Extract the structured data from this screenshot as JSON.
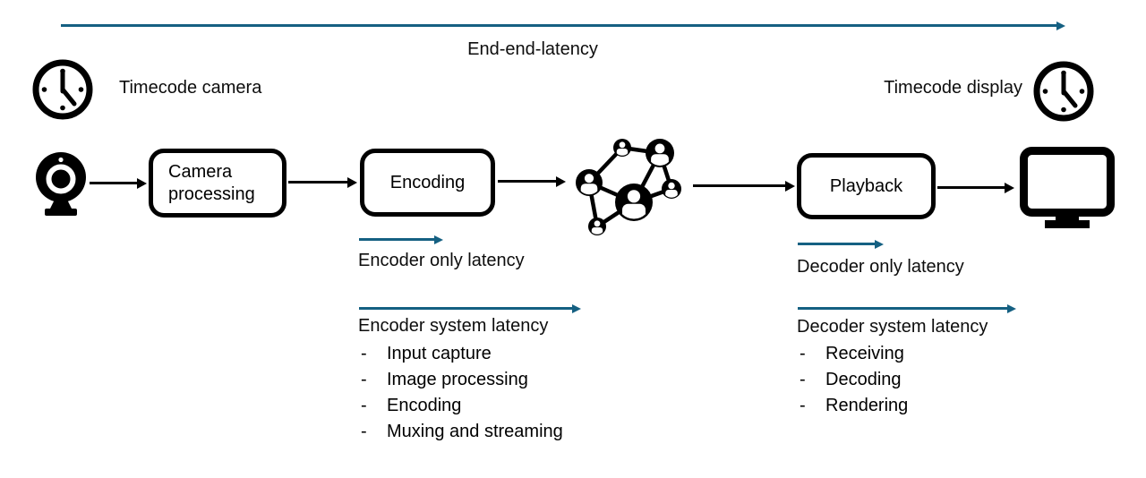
{
  "top": {
    "end_to_end_label": "End-end-latency"
  },
  "timecode": {
    "camera_label": "Timecode camera",
    "display_label": "Timecode display"
  },
  "pipeline": {
    "camera_processing_label": "Camera processing",
    "encoding_label": "Encoding",
    "playback_label": "Playback"
  },
  "icons": {
    "camera_timecode": "clock-icon",
    "display_timecode": "clock-icon",
    "source": "webcam-icon",
    "transport": "network-icon",
    "output": "monitor-icon"
  },
  "encoder": {
    "bullet": "-",
    "only_latency_label": "Encoder only latency",
    "system_latency_label": "Encoder system latency",
    "system_items": [
      "Input capture",
      "Image processing",
      "Encoding",
      "Muxing and streaming"
    ]
  },
  "decoder": {
    "bullet": "-",
    "only_latency_label": "Decoder only latency",
    "system_latency_label": "Decoder system latency",
    "system_items": [
      "Receiving",
      "Decoding",
      "Rendering"
    ]
  },
  "colors": {
    "latency_arrow": "#156082",
    "flow_arrow": "#000000",
    "text": "#0d0d0d"
  }
}
